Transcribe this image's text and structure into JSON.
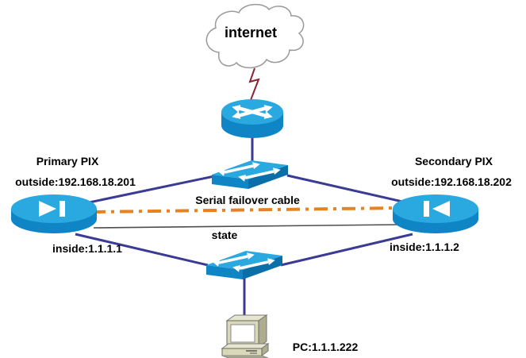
{
  "nodes": {
    "internet": {
      "label": "internet",
      "icon": "cloud-icon"
    },
    "router": {
      "icon": "router-icon"
    },
    "top_switch": {
      "icon": "switch-icon"
    },
    "bottom_switch": {
      "icon": "switch-icon"
    },
    "primary_pix": {
      "name": "Primary PIX",
      "outside": "outside:192.168.18.201",
      "inside": "inside:1.1.1.1",
      "icon": "pix-firewall-icon"
    },
    "secondary_pix": {
      "name": "Secondary PIX",
      "outside": "outside:192.168.18.202",
      "inside": "inside:1.1.1.2",
      "icon": "pix-firewall-icon"
    },
    "pc": {
      "label": "PC:1.1.1.222",
      "icon": "pc-icon"
    }
  },
  "links": {
    "serial_failover": {
      "label": "Serial failover cable",
      "style": "dash-dot"
    },
    "state": {
      "label": "state",
      "style": "thin-solid"
    }
  },
  "colors": {
    "device_top": "#2aa9e0",
    "device_side": "#0f85c5",
    "device_edge": "#0a6fa8",
    "lan_link": "#3b3a94",
    "serial_link": "#e8821e",
    "state_link": "#4d4d4d",
    "wan_link": "#8c2332",
    "cloud_outline": "#999999",
    "pc_body": "#d9d9ba",
    "pc_side": "#aeae8e",
    "pc_light": "#e6e6cf",
    "text": "#000000"
  }
}
